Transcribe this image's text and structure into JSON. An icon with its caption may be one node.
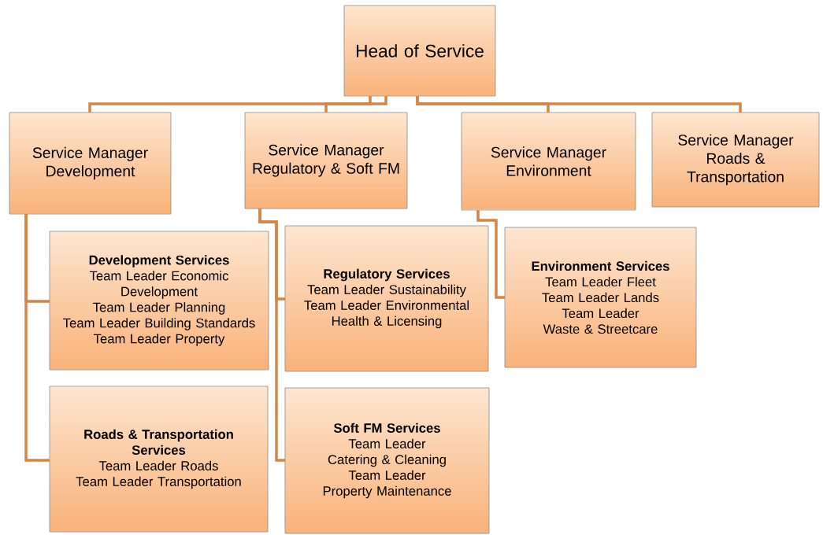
{
  "diagram": {
    "nodes": [
      {
        "text": [
          "Head of Service"
        ]
      },
      {
        "text": [
          "Service Manager Development"
        ]
      },
      {
        "text": [
          "Service Manager Regulatory & Soft FM"
        ]
      },
      {
        "text": [
          "Service Manager Environment"
        ]
      },
      {
        "text": [
          "Service Manager Roads & Transportation"
        ]
      },
      {
        "text": [
          "Development Services",
          "Team Leader Economic Development",
          "Team Leader Planning",
          "Team Leader Building Standards",
          "Team Leader Property"
        ]
      },
      {
        "text": [
          "Regulatory Services",
          "Team Leader Sustainability",
          "Team Leader Environmental Health & Licensing"
        ]
      },
      {
        "text": [
          "Environment Services",
          "Team Leader Fleet",
          "Team Leader Lands",
          "Team Leader Waste & Streetcare"
        ]
      },
      {
        "text": [
          "Roads & Transportation Services",
          "Team Leader Roads",
          "Team Leader Transportation"
        ]
      },
      {
        "text": [
          "Soft FM Services",
          "Team Leader Catering & Cleaning",
          "Team Leader Property Maintenance"
        ]
      }
    ],
    "edges": [
      {
        "from": 0,
        "to": 1,
        "arrow": "none"
      },
      {
        "from": 0,
        "to": 2,
        "arrow": "none"
      },
      {
        "from": 0,
        "to": 3,
        "arrow": "none"
      },
      {
        "from": 0,
        "to": 4,
        "arrow": "none"
      },
      {
        "from": 1,
        "to": 5,
        "arrow": "none"
      },
      {
        "from": 1,
        "to": 8,
        "arrow": "none"
      },
      {
        "from": 2,
        "to": 6,
        "arrow": "none"
      },
      {
        "from": 2,
        "to": 9,
        "arrow": "none"
      },
      {
        "from": 3,
        "to": 7,
        "arrow": "none"
      }
    ]
  }
}
